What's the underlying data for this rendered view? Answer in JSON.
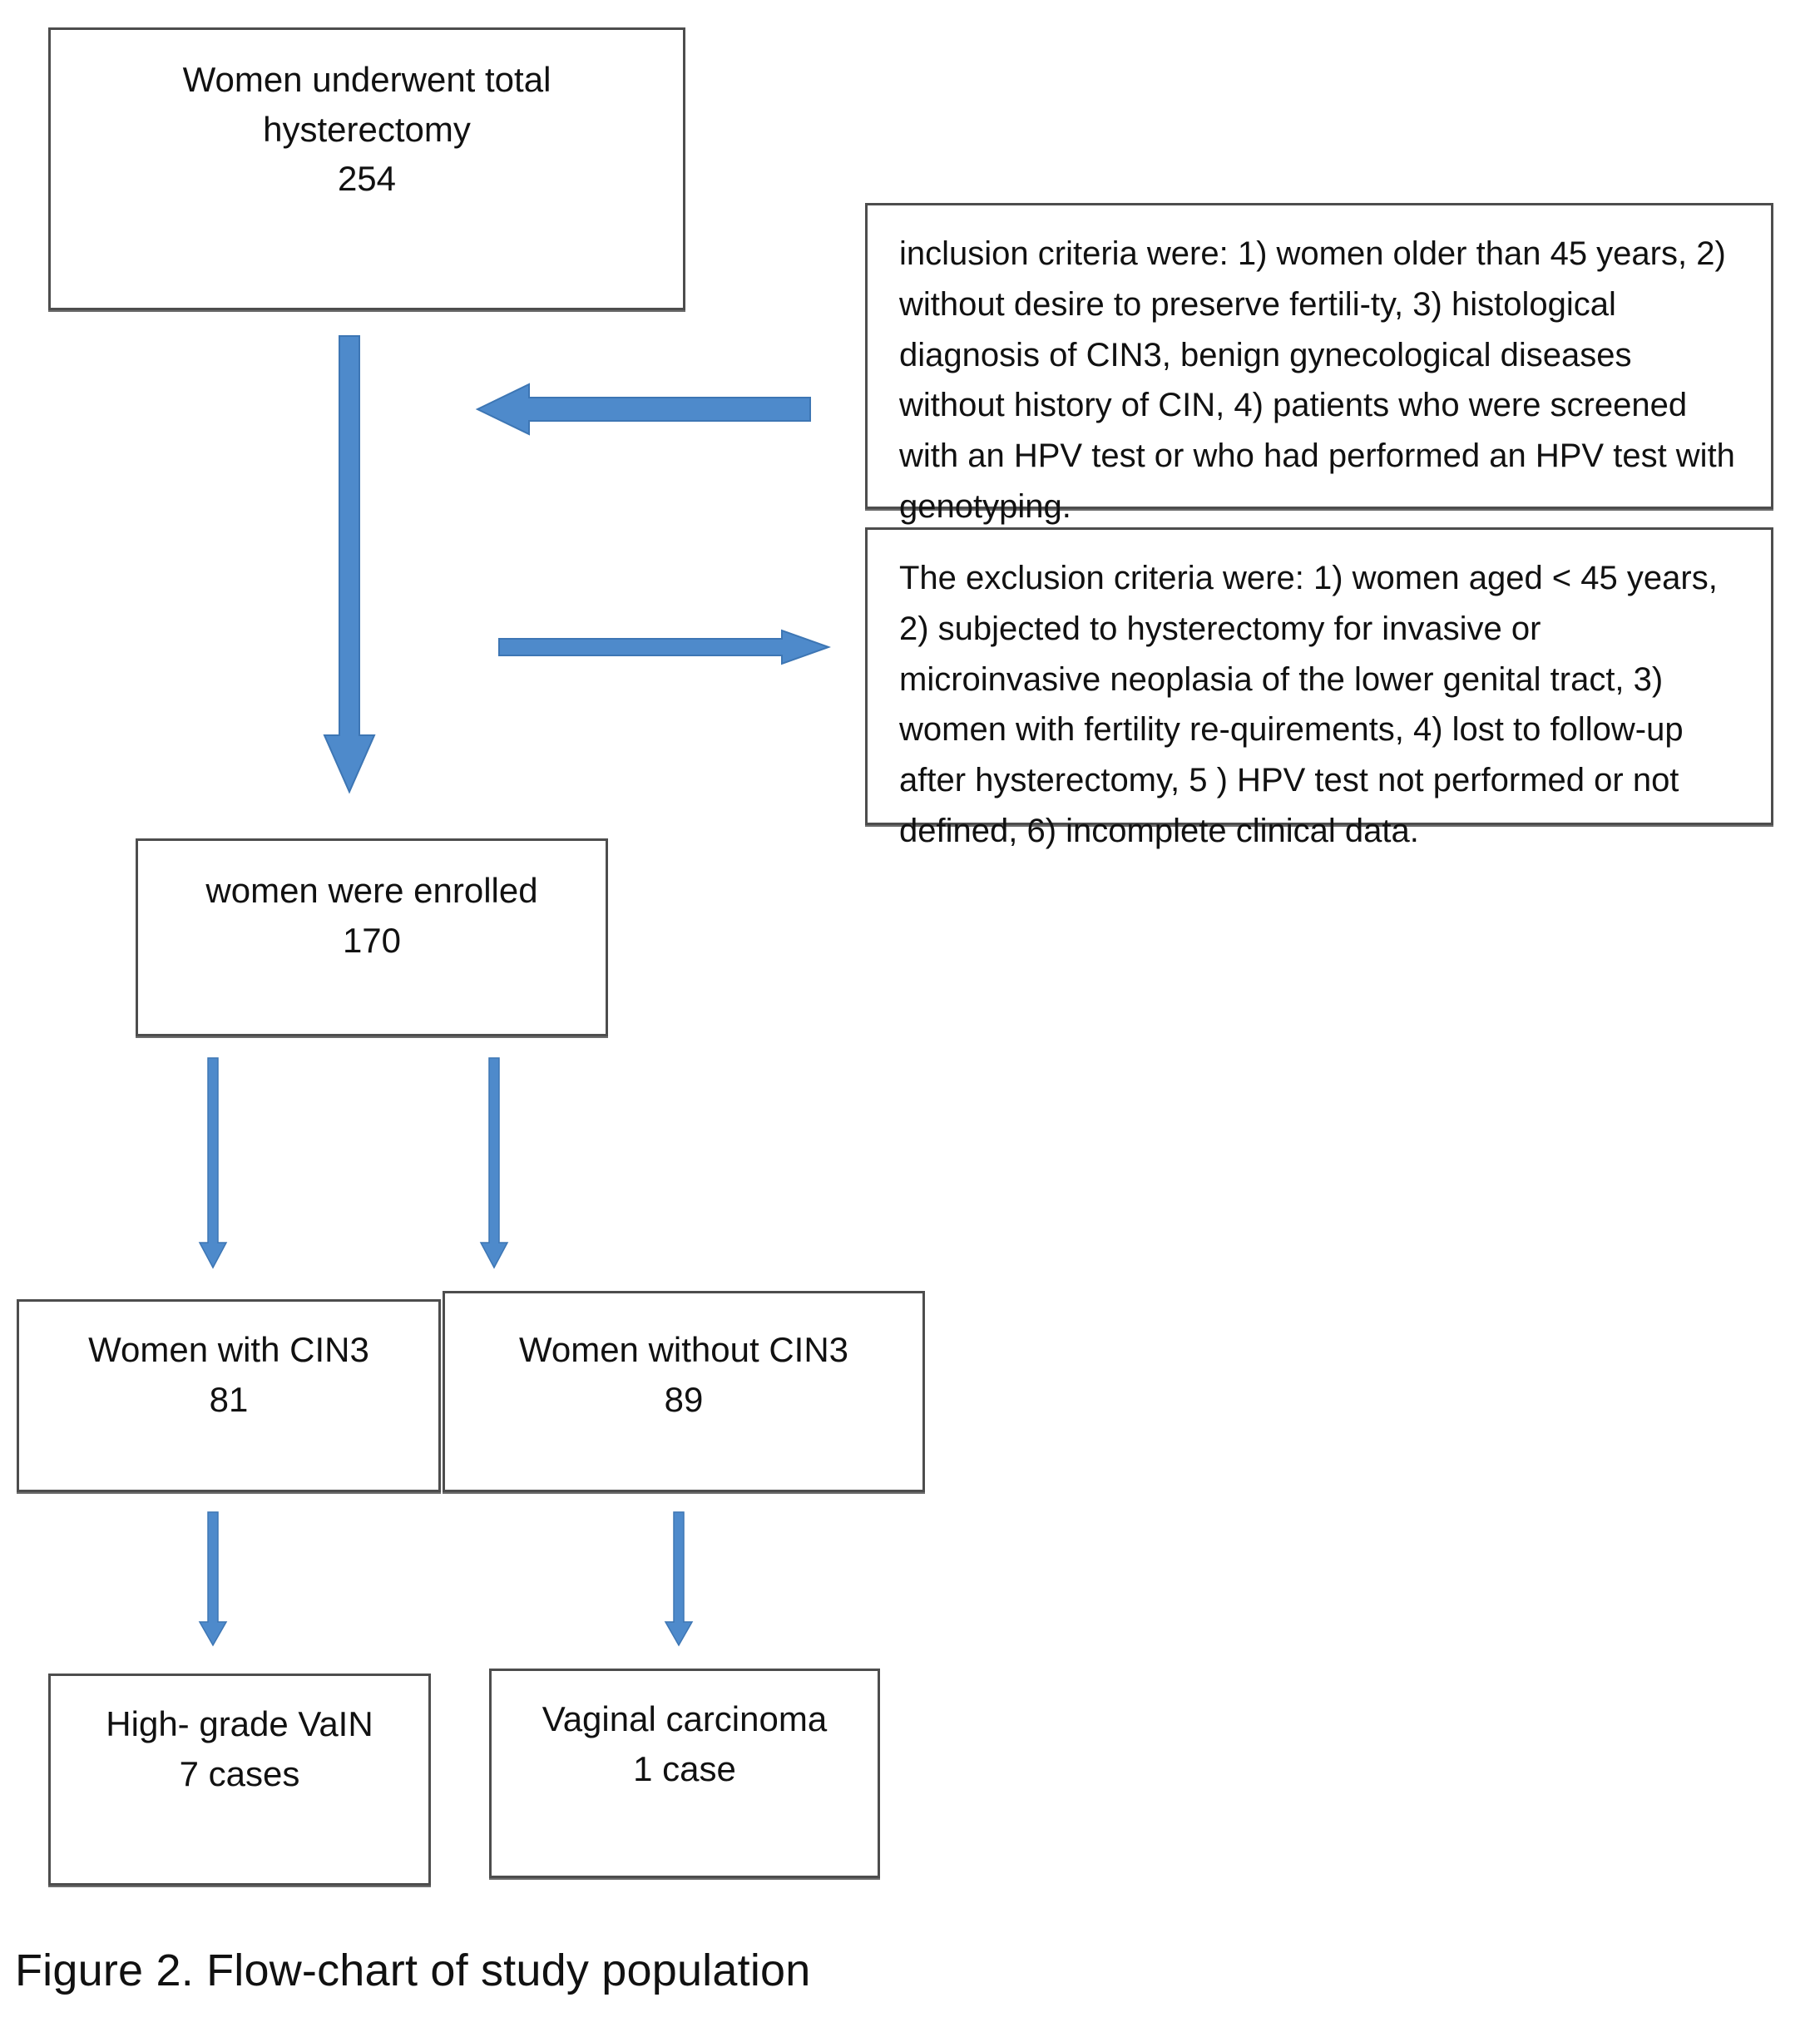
{
  "figure": {
    "caption": "Figure 2. Flow-chart of study population",
    "accent_color": "#4e8acb",
    "box_border_color": "#4d4d4d",
    "background_color": "#ffffff"
  },
  "nodes": {
    "hysterectomy": {
      "label": "Women underwent total\nhysterectomy",
      "count": "254",
      "text": "Women underwent total\nhysterectomy\n254"
    },
    "enrolled": {
      "label": "women were enrolled",
      "count": "170",
      "text": "women were enrolled\n170"
    },
    "with_cin3": {
      "label": "Women with CIN3",
      "count": "81",
      "text": "Women with CIN3\n81"
    },
    "without_cin3": {
      "label": "Women without CIN3",
      "count": "89",
      "text": "Women without CIN3\n89"
    },
    "high_grade_vain": {
      "label": "High- grade VaIN",
      "count": "7 cases",
      "text": "High- grade VaIN\n7 cases"
    },
    "vaginal_carcinoma": {
      "label": "Vaginal carcinoma",
      "count": "1 case",
      "text": "Vaginal carcinoma\n1 case"
    },
    "inclusion_criteria": {
      "text": "inclusion criteria were: 1) women older than 45 years, 2) without desire to preserve fertili-ty, 3) histological diagnosis of CIN3, benign gynecological diseases without history of CIN, 4) patients who were screened with an HPV test or who had performed an HPV test with genotyping."
    },
    "exclusion_criteria": {
      "text": "The exclusion criteria were: 1) women aged < 45 years, 2) subjected to hysterectomy for invasive or microinvasive neoplasia of the lower genital tract, 3) women with fertility re-quirements, 4) lost to follow-up after hysterectomy, 5 ) HPV test not performed or not defined, 6) incomplete clinical data."
    }
  },
  "arrows": [
    {
      "name": "main-down-arrow",
      "direction": "down",
      "from": "hysterectomy",
      "to": "enrolled"
    },
    {
      "name": "inclusion-arrow",
      "direction": "left",
      "from": "inclusion_criteria",
      "to": "main-flow"
    },
    {
      "name": "exclusion-arrow",
      "direction": "right",
      "from": "main-flow",
      "to": "exclusion_criteria"
    },
    {
      "name": "split-left-arrow",
      "direction": "down",
      "from": "enrolled",
      "to": "with_cin3"
    },
    {
      "name": "split-right-arrow",
      "direction": "down",
      "from": "enrolled",
      "to": "without_cin3"
    },
    {
      "name": "outcome-left-arrow",
      "direction": "down",
      "from": "with_cin3",
      "to": "high_grade_vain"
    },
    {
      "name": "outcome-right-arrow",
      "direction": "down",
      "from": "without_cin3",
      "to": "vaginal_carcinoma"
    }
  ]
}
